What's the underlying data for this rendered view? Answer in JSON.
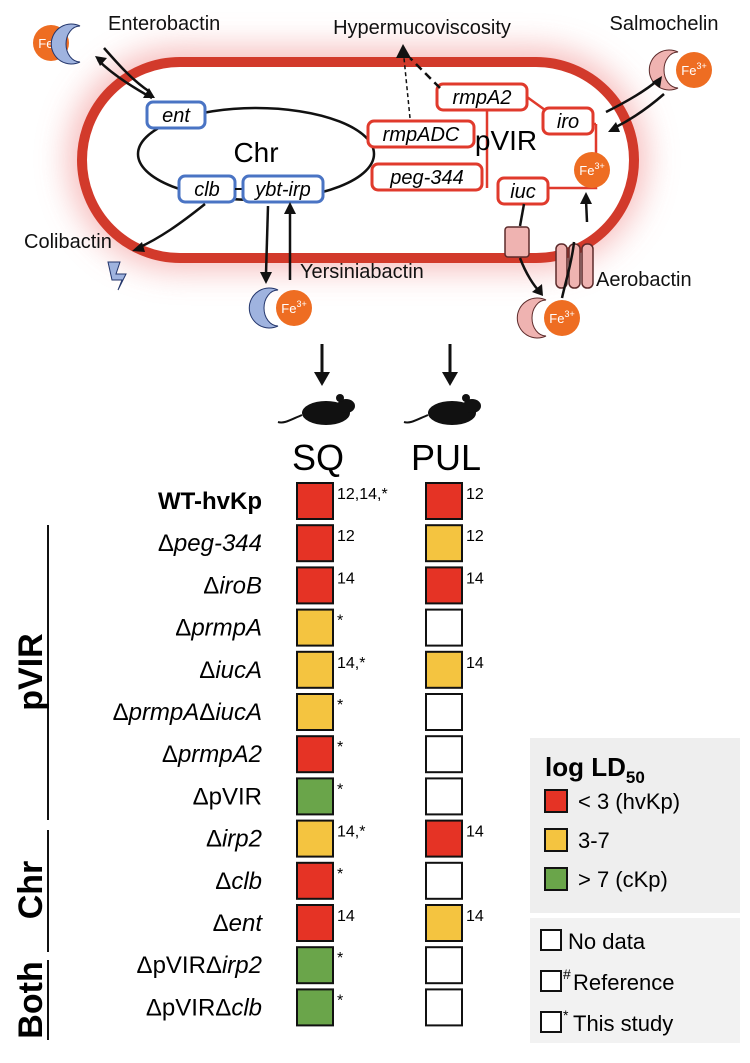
{
  "diagram": {
    "chromosome_label": "Chr",
    "plasmid_label": "pVIR",
    "chr_genes": [
      "ent",
      "clb",
      "ybt-irp"
    ],
    "pvir_genes": [
      "rmpA2",
      "iro",
      "rmpADC",
      "peg-344",
      "iuc"
    ],
    "products": {
      "enterobactin": "Enterobactin",
      "hypermucoviscosity": "Hypermucoviscosity",
      "salmochelin": "Salmochelin",
      "colibactin": "Colibactin",
      "yersiniabactin": "Yersiniabactin",
      "aerobactin": "Aerobactin"
    },
    "iron": "Fe",
    "iron_charge": "3+",
    "colors": {
      "chromosome_gene_border": "#4a74c4",
      "plasmid_gene_border": "#e03a2c",
      "iron": "#ee6d22",
      "cell_membrane": "#d23a2b",
      "cell_glow": "#f5b0b0",
      "siderophore_blue": "#9fb3df",
      "siderophore_pink": "#efb3b1"
    }
  },
  "table": {
    "columns": [
      "SQ",
      "PUL"
    ],
    "groups": [
      "pVIR",
      "Chr",
      "Both"
    ],
    "rows": [
      {
        "pre": "",
        "ital": "",
        "post": "",
        "bold": "WT-hvKp",
        "sq": "red",
        "sq_ref": "12,14,*",
        "pul": "red",
        "pul_ref": "12"
      },
      {
        "pre": "Δ",
        "ital": "peg-344",
        "post": "",
        "bold": "",
        "sq": "red",
        "sq_ref": "12",
        "pul": "yellow",
        "pul_ref": "12"
      },
      {
        "pre": "Δ",
        "ital": "iroB",
        "post": "",
        "bold": "",
        "sq": "red",
        "sq_ref": "14",
        "pul": "red",
        "pul_ref": "14"
      },
      {
        "pre": "Δ",
        "ital": "prmpA",
        "post": "",
        "bold": "",
        "sq": "yellow",
        "sq_ref": "*",
        "pul": "none",
        "pul_ref": ""
      },
      {
        "pre": "Δ",
        "ital": "iucA",
        "post": "",
        "bold": "",
        "sq": "yellow",
        "sq_ref": "14,*",
        "pul": "yellow",
        "pul_ref": "14"
      },
      {
        "pre": "Δ",
        "ital": "prmpA",
        "post": "",
        "pre2": "Δ",
        "ital2": "iucA",
        "bold": "",
        "sq": "yellow",
        "sq_ref": "*",
        "pul": "none",
        "pul_ref": ""
      },
      {
        "pre": "Δ",
        "ital": "prmpA2",
        "post": "",
        "bold": "",
        "sq": "red",
        "sq_ref": "*",
        "pul": "none",
        "pul_ref": ""
      },
      {
        "pre": "Δ",
        "ital": "",
        "post": "pVIR",
        "bold": "",
        "sq": "green",
        "sq_ref": "*",
        "pul": "none",
        "pul_ref": ""
      },
      {
        "pre": "Δ",
        "ital": "irp2",
        "post": "",
        "bold": "",
        "sq": "yellow",
        "sq_ref": "14,*",
        "pul": "red",
        "pul_ref": "14"
      },
      {
        "pre": "Δ",
        "ital": "clb",
        "post": "",
        "bold": "",
        "sq": "red",
        "sq_ref": "*",
        "pul": "none",
        "pul_ref": ""
      },
      {
        "pre": "Δ",
        "ital": "ent",
        "post": "",
        "bold": "",
        "sq": "red",
        "sq_ref": "14",
        "pul": "yellow",
        "pul_ref": "14"
      },
      {
        "pre": "ΔpVIRΔ",
        "ital": "irp2",
        "post": "",
        "bold": "",
        "sq": "green",
        "sq_ref": "*",
        "pul": "none",
        "pul_ref": ""
      },
      {
        "pre": "ΔpVIRΔ",
        "ital": "clb",
        "post": "",
        "bold": "",
        "sq": "green",
        "sq_ref": "*",
        "pul": "none",
        "pul_ref": ""
      }
    ]
  },
  "legend": {
    "title": "log LD",
    "title_sub": "50",
    "items": [
      {
        "color": "red",
        "label": "< 3 (hvKp)"
      },
      {
        "color": "yellow",
        "label": "3-7"
      },
      {
        "color": "green",
        "label": "> 7 (cKp)"
      }
    ],
    "keys": [
      {
        "mark": "",
        "label": "No data"
      },
      {
        "mark": "#",
        "label": "Reference"
      },
      {
        "mark": "*",
        "label": "This study"
      }
    ]
  },
  "status_colors": {
    "red": "#e53325",
    "yellow": "#f4c440",
    "green": "#6aa54a",
    "none": "#ffffff"
  }
}
